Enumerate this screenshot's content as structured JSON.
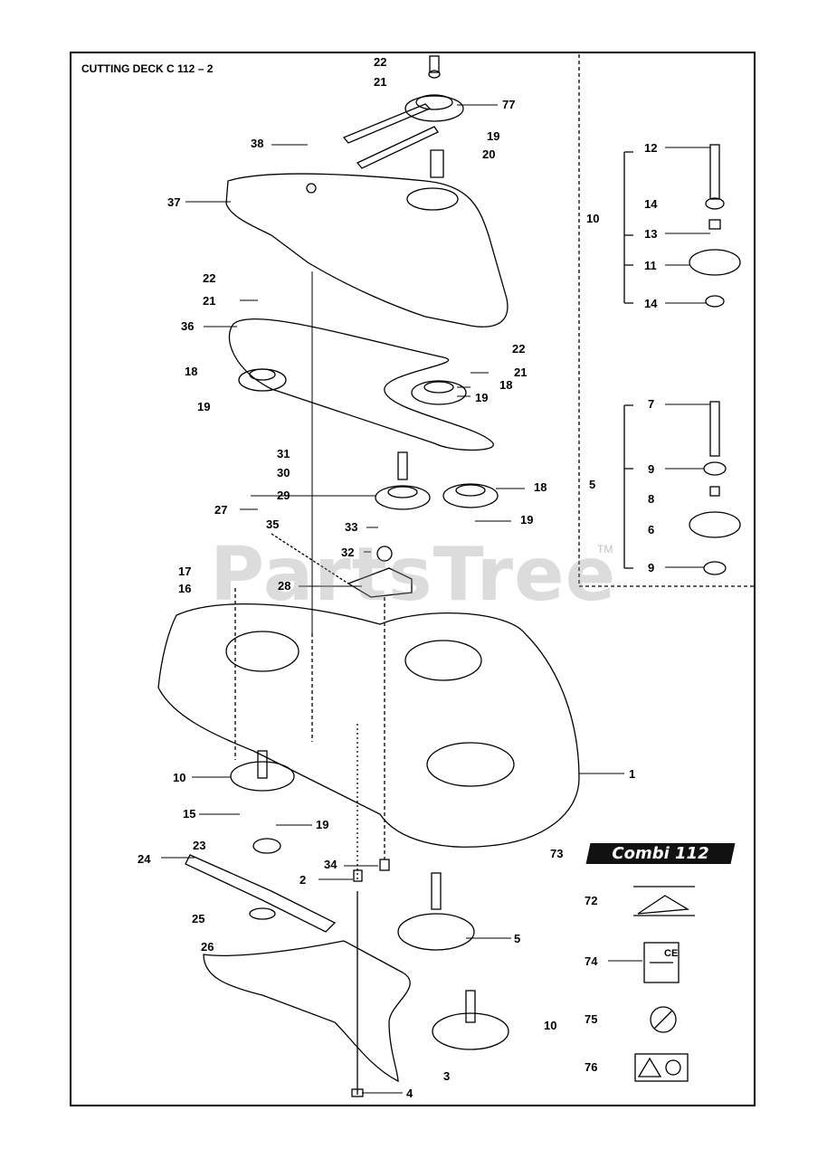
{
  "title": "CUTTING DECK C 112 – 2",
  "watermark": "PartsTree",
  "trademark": "TM",
  "badge": "Combi 112",
  "labels": [
    {
      "id": "22a",
      "text": "22"
    },
    {
      "id": "21a",
      "text": "21"
    },
    {
      "id": "77",
      "text": "77"
    },
    {
      "id": "38",
      "text": "38"
    },
    {
      "id": "19a",
      "text": "19"
    },
    {
      "id": "20",
      "text": "20"
    },
    {
      "id": "37",
      "text": "37"
    },
    {
      "id": "22b",
      "text": "22"
    },
    {
      "id": "21b",
      "text": "21"
    },
    {
      "id": "36",
      "text": "36"
    },
    {
      "id": "22c",
      "text": "22"
    },
    {
      "id": "21c",
      "text": "21"
    },
    {
      "id": "18a",
      "text": "18"
    },
    {
      "id": "18b",
      "text": "18"
    },
    {
      "id": "19b",
      "text": "19"
    },
    {
      "id": "19c",
      "text": "19"
    },
    {
      "id": "31",
      "text": "31"
    },
    {
      "id": "30",
      "text": "30"
    },
    {
      "id": "29",
      "text": "29"
    },
    {
      "id": "27",
      "text": "27"
    },
    {
      "id": "18c",
      "text": "18"
    },
    {
      "id": "19d",
      "text": "19"
    },
    {
      "id": "35",
      "text": "35"
    },
    {
      "id": "33",
      "text": "33"
    },
    {
      "id": "32",
      "text": "32"
    },
    {
      "id": "17",
      "text": "17"
    },
    {
      "id": "16",
      "text": "16"
    },
    {
      "id": "28",
      "text": "28"
    },
    {
      "id": "1",
      "text": "1"
    },
    {
      "id": "10a",
      "text": "10"
    },
    {
      "id": "15",
      "text": "15"
    },
    {
      "id": "19e",
      "text": "19"
    },
    {
      "id": "24",
      "text": "24"
    },
    {
      "id": "23",
      "text": "23"
    },
    {
      "id": "34",
      "text": "34"
    },
    {
      "id": "2",
      "text": "2"
    },
    {
      "id": "25",
      "text": "25"
    },
    {
      "id": "26",
      "text": "26"
    },
    {
      "id": "5a",
      "text": "5"
    },
    {
      "id": "10b",
      "text": "10"
    },
    {
      "id": "3",
      "text": "3"
    },
    {
      "id": "4",
      "text": "4"
    },
    {
      "id": "73",
      "text": "73"
    },
    {
      "id": "72",
      "text": "72"
    },
    {
      "id": "74",
      "text": "74"
    },
    {
      "id": "75",
      "text": "75"
    },
    {
      "id": "76",
      "text": "76"
    },
    {
      "id": "12",
      "text": "12"
    },
    {
      "id": "14a",
      "text": "14"
    },
    {
      "id": "10c",
      "text": "10"
    },
    {
      "id": "13",
      "text": "13"
    },
    {
      "id": "11",
      "text": "11"
    },
    {
      "id": "14b",
      "text": "14"
    },
    {
      "id": "7",
      "text": "7"
    },
    {
      "id": "9a",
      "text": "9"
    },
    {
      "id": "5b",
      "text": "5"
    },
    {
      "id": "8",
      "text": "8"
    },
    {
      "id": "6",
      "text": "6"
    },
    {
      "id": "9b",
      "text": "9"
    }
  ],
  "decals": {
    "ce_mark": "CE"
  }
}
